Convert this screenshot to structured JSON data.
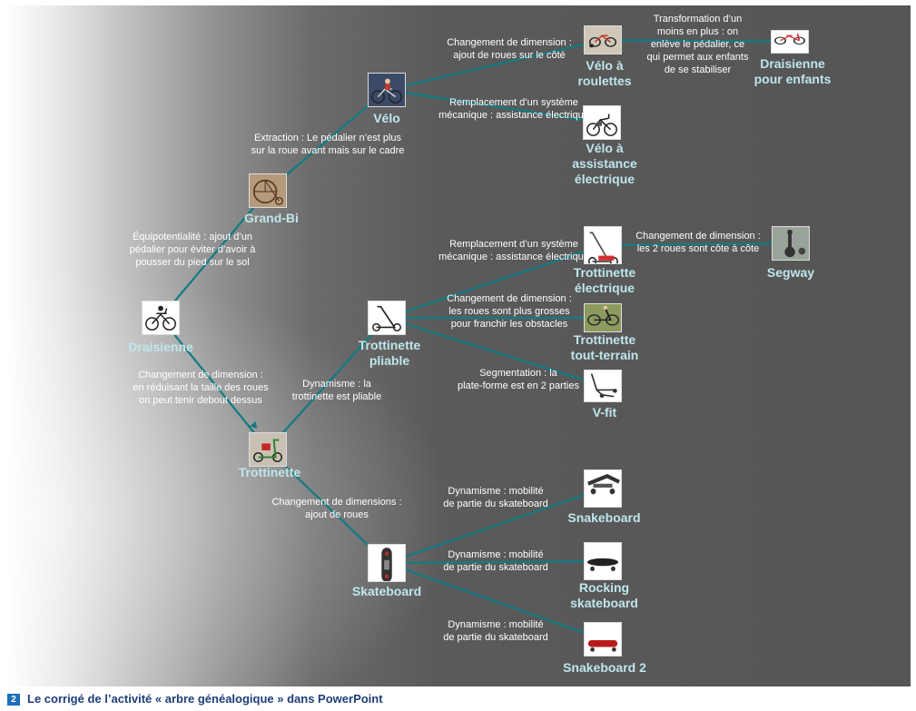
{
  "caption": {
    "number": "2",
    "text": "Le corrigé de l’activité « arbre généalogique » dans PowerPoint"
  },
  "colors": {
    "link": "#127b83",
    "node_label": "#bfe6ea",
    "edge_label": "#ffffff",
    "caption": "#1d3e78",
    "caption_badge": "#1d6fb8"
  },
  "nodes": [
    {
      "id": "draisienne",
      "label": "Draisienne",
      "icon": "draisienne-icon"
    },
    {
      "id": "grandbi",
      "label": "Grand-Bi",
      "icon": "penny-farthing-icon"
    },
    {
      "id": "velo",
      "label": "Vélo",
      "icon": "bicycle-icon"
    },
    {
      "id": "velo_roulettes",
      "label": "Vélo à\nroulettes",
      "icon": "training-wheels-bike-icon"
    },
    {
      "id": "draisienne_enfants",
      "label": "Draisienne\npour enfants",
      "icon": "balance-bike-icon"
    },
    {
      "id": "velo_elec",
      "label": "Vélo à\nassistance\nélectrique",
      "icon": "electric-bike-icon"
    },
    {
      "id": "trottinette",
      "label": "Trottinette",
      "icon": "scooter-icon"
    },
    {
      "id": "trott_pliable",
      "label": "Trottinette\npliable",
      "icon": "folding-scooter-icon"
    },
    {
      "id": "trott_elec",
      "label": "Trottinette\nélectrique",
      "icon": "electric-scooter-icon"
    },
    {
      "id": "segway",
      "label": "Segway",
      "icon": "segway-icon"
    },
    {
      "id": "trott_tt",
      "label": "Trottinette\ntout-terrain",
      "icon": "offroad-scooter-icon"
    },
    {
      "id": "vfit",
      "label": "V-fit",
      "icon": "vfit-icon"
    },
    {
      "id": "skateboard",
      "label": "Skateboard",
      "icon": "skateboard-icon"
    },
    {
      "id": "snakeboard",
      "label": "Snakeboard",
      "icon": "snakeboard-icon"
    },
    {
      "id": "rocking",
      "label": "Rocking\nskateboard",
      "icon": "rocking-skateboard-icon"
    },
    {
      "id": "snakeboard2",
      "label": "Snakeboard 2",
      "icon": "snakeboard-2-icon"
    }
  ],
  "edges": [
    {
      "from": "draisienne",
      "to": "grandbi",
      "label": "Équipotentialité : ajout d’un\npédalier pour éviter d’avoir à\npousser du pied sur le sol"
    },
    {
      "from": "grandbi",
      "to": "velo",
      "label": "Extraction : Le pédalier n’est plus\nsur la roue avant mais sur le cadre"
    },
    {
      "from": "velo",
      "to": "velo_roulettes",
      "label": "Changement de dimension :\najout de roues sur le côté"
    },
    {
      "from": "velo_roulettes",
      "to": "draisienne_enfants",
      "label": "Transformation d’un\nmoins en plus : on\nenlève le pédalier, ce\nqui permet aux enfants\nde se stabiliser"
    },
    {
      "from": "velo",
      "to": "velo_elec",
      "label": "Remplacement d’un système\nmécanique : assistance électrique"
    },
    {
      "from": "draisienne",
      "to": "trottinette",
      "label": "Changement de dimension :\nen réduisant la taille des roues\non peut tenir debout dessus"
    },
    {
      "from": "trottinette",
      "to": "trott_pliable",
      "label": "Dynamisme : la\ntrottinette est pliable"
    },
    {
      "from": "trott_pliable",
      "to": "trott_elec",
      "label": "Remplacement d’un système\nmécanique : assistance électrique"
    },
    {
      "from": "trott_elec",
      "to": "segway",
      "label": "Changement de dimension :\nles 2 roues sont côte à côte"
    },
    {
      "from": "trott_pliable",
      "to": "trott_tt",
      "label": "Changement de dimension :\nles roues sont plus grosses\npour franchir les obstacles"
    },
    {
      "from": "trott_pliable",
      "to": "vfit",
      "label": "Segmentation : la\nplate-forme est en 2 parties"
    },
    {
      "from": "trottinette",
      "to": "skateboard",
      "label": "Changement de dimensions :\najout de roues"
    },
    {
      "from": "skateboard",
      "to": "snakeboard",
      "label": "Dynamisme : mobilité\nde partie du skateboard"
    },
    {
      "from": "skateboard",
      "to": "rocking",
      "label": "Dynamisme : mobilité\nde partie du skateboard"
    },
    {
      "from": "skateboard",
      "to": "snakeboard2",
      "label": "Dynamisme : mobilité\nde partie du skateboard"
    }
  ]
}
